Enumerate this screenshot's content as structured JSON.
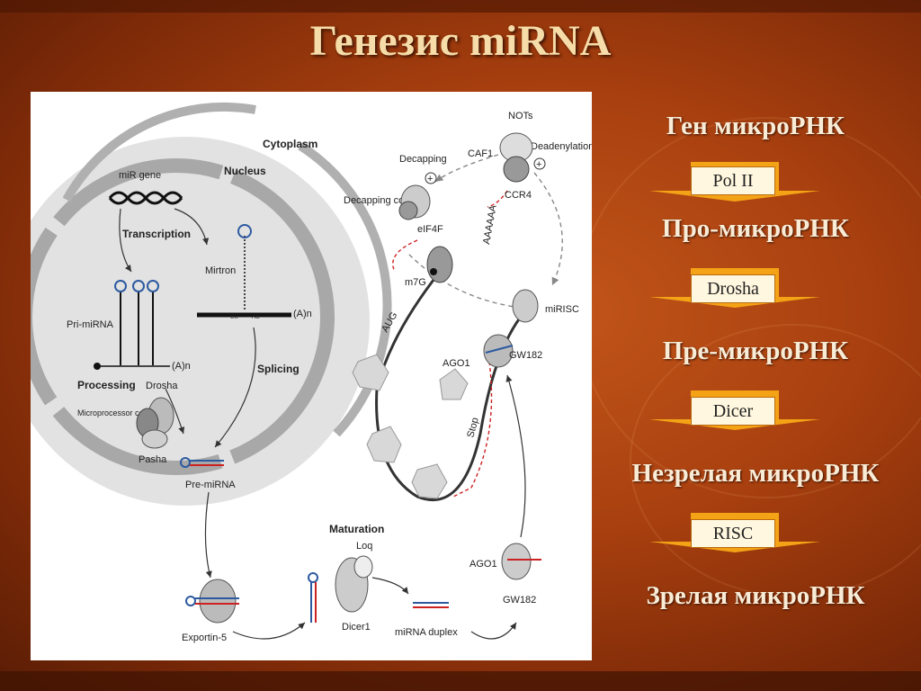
{
  "title": "Генезис miRNA",
  "figure": {
    "labels": {
      "cytoplasm": "Cytoplasm",
      "nucleus": "Nucleus",
      "mir_gene": "miR gene",
      "transcription": "Transcription",
      "mirtron": "Mirtron",
      "pri_mirna": "Pri-miRNA",
      "processing": "Processing",
      "drosha": "Drosha",
      "microprocessor_complex": "Microprocessor complex",
      "pasha": "Pasha",
      "splicing": "Splicing",
      "pre_mirna": "Pre-miRNA",
      "exportin5": "Exportin-5",
      "maturation": "Maturation",
      "loq": "Loq",
      "dicer1": "Dicer1",
      "mirna_duplex": "miRNA duplex",
      "ago1_lower": "AGO1",
      "gw182_lower": "GW182",
      "ago1_upper": "AGO1",
      "gw182_upper": "GW182",
      "mirisc": "miRISC",
      "nots": "NOTs",
      "caf1": "CAF1",
      "deadenylation": "Deadenylation",
      "ccr4": "CCR4",
      "decapping": "Decapping",
      "decapping_complex": "Decapping complex",
      "eif4f": "eIF4F",
      "m7g": "m7G",
      "aug": "AUG",
      "stop": "Stop",
      "polya": "AAAAAA",
      "an1": "(A)n",
      "an2": "(A)n",
      "gu": "GU",
      "ag": "AG"
    }
  },
  "pathway": {
    "stages": [
      "Ген микроРНК",
      "Про-микроРНК",
      "Пре-микроРНК",
      "Незрелая микроРНК",
      "Зрелая микроРНК"
    ],
    "enzymes": [
      "Pol II",
      "Drosha",
      "Dicer",
      "RISC"
    ]
  },
  "colors": {
    "title": "#f6dca8",
    "stage_text": "#f9ecd6",
    "arrow": "#f4a316",
    "enzyme_box": "#fff7df",
    "background": "#a9400f"
  }
}
